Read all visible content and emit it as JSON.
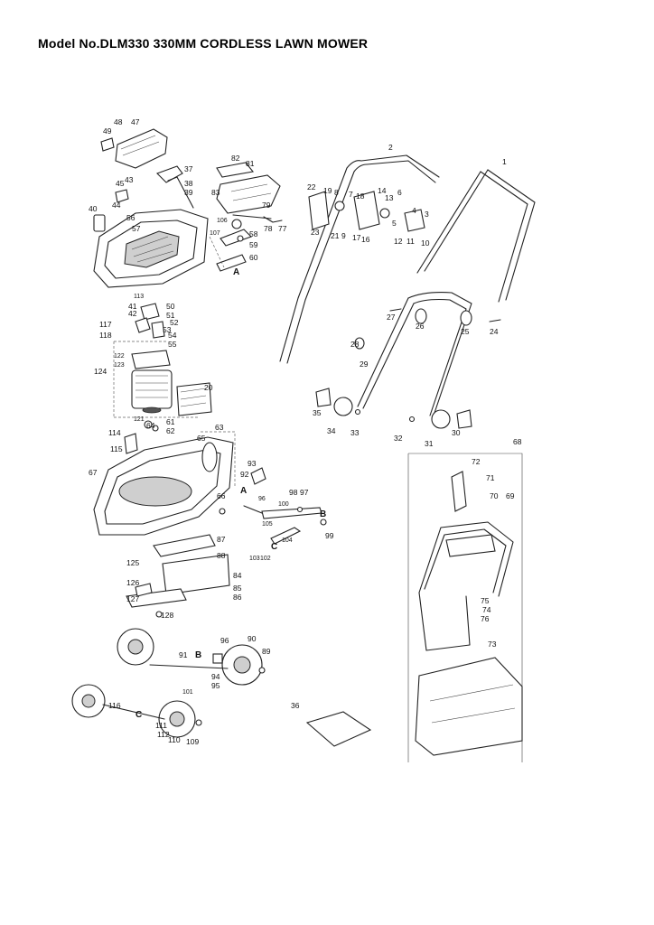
{
  "title": "Model No.DLM330 330MM CORDLESS LAWN MOWER",
  "labels": {
    "p1": "1",
    "p2": "2",
    "p3": "3",
    "p4": "4",
    "p5": "5",
    "p6": "6",
    "p7": "7",
    "p8": "8",
    "p9": "9",
    "p10": "10",
    "p11": "11",
    "p12": "12",
    "p13": "13",
    "p14": "14",
    "p16": "16",
    "p17": "17",
    "p18": "18",
    "p19": "19",
    "p20": "20",
    "p21": "21",
    "p22": "22",
    "p23": "23",
    "p24": "24",
    "p25": "25",
    "p26": "26",
    "p27": "27",
    "p28": "28",
    "p29": "29",
    "p30": "30",
    "p31": "31",
    "p32": "32",
    "p33": "33",
    "p34": "34",
    "p35": "35",
    "p36": "36",
    "p37": "37",
    "p38": "38",
    "p39": "39",
    "p40": "40",
    "p41": "41",
    "p42": "42",
    "p43": "43",
    "p44": "44",
    "p45": "45",
    "p47": "47",
    "p48": "48",
    "p49": "49",
    "p50": "50",
    "p51": "51",
    "p52": "52",
    "p53": "53",
    "p54": "54",
    "p55": "55",
    "p56": "56",
    "p57": "57",
    "p58": "58",
    "p59": "59",
    "p60": "60",
    "p61": "61",
    "p62": "62",
    "p63": "63",
    "p64": "64",
    "p65": "65",
    "p66": "66",
    "p67": "67",
    "p68": "68",
    "p69": "69",
    "p70": "70",
    "p71": "71",
    "p72": "72",
    "p73": "73",
    "p74": "74",
    "p75": "75",
    "p76": "76",
    "p77": "77",
    "p78": "78",
    "p79": "79",
    "p81": "81",
    "p82": "82",
    "p83": "83",
    "p84": "84",
    "p85": "85",
    "p86": "86",
    "p87": "87",
    "p88": "88",
    "p89": "89",
    "p90": "90",
    "p91": "91",
    "p92": "92",
    "p93": "93",
    "p94": "94",
    "p95": "95",
    "p96": "96",
    "p97": "97",
    "p98": "98",
    "p99": "99",
    "p100": "100",
    "p101": "101",
    "p102": "102",
    "p103": "103",
    "p104": "104",
    "p105": "105",
    "p106": "106",
    "p107": "107",
    "p109": "109",
    "p110": "110",
    "p111": "111",
    "p112": "112",
    "p113": "113",
    "p114": "114",
    "p115": "115",
    "p116": "116",
    "p117": "117",
    "p118": "118",
    "p121": "121",
    "p122": "122",
    "p123": "123",
    "p124": "124",
    "p125": "125",
    "p126": "126",
    "p127": "127",
    "p128": "128",
    "p96b": "96"
  },
  "letters": {
    "A": "A",
    "B": "B",
    "C": "C"
  }
}
